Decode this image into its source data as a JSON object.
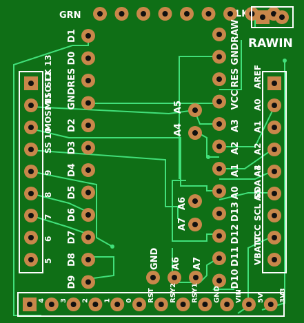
{
  "board": {
    "colors": {
      "substrate": "#0f6f16",
      "copper_pad": "#c8874a",
      "hole": "#111111",
      "trace": "#41e07a",
      "silk": "#ffffff",
      "edge": "#0a4a10"
    }
  },
  "top_header": {
    "left_label": "GRN",
    "right_label": "BLK"
  },
  "raw_in_label": "RAWIN",
  "left_header_labels": [
    "SCK 13",
    "MISO 12",
    "MOSI 11",
    "SS 10",
    "9",
    "8",
    "7",
    "6",
    "5"
  ],
  "left_pin_labels": [
    "D1",
    "D0",
    "RES",
    "GND",
    "D2",
    "D3",
    "D4",
    "D5",
    "D6",
    "D7",
    "D8",
    "D9"
  ],
  "right_pin_labels": [
    "RAW",
    "GND",
    "RES",
    "VCC",
    "A3",
    "A2",
    "A1",
    "A0",
    "D13",
    "D12",
    "D11",
    "D10"
  ],
  "right_header_labels": [
    "AREF",
    "A0",
    "A1",
    "A2",
    "A3",
    "SDA A4",
    "SCL A5",
    "VCC",
    "VBATT"
  ],
  "center_labels": [
    "A5",
    "A4",
    "A6",
    "A7"
  ],
  "bottom_pad_labels": [
    "GND",
    "A6",
    "A7"
  ],
  "bottom_header_labels": [
    "4",
    "3",
    "2",
    "1",
    "0",
    "RST",
    "RSY2",
    "RSY1",
    "GND",
    "VIN",
    "5V",
    "3V3"
  ]
}
